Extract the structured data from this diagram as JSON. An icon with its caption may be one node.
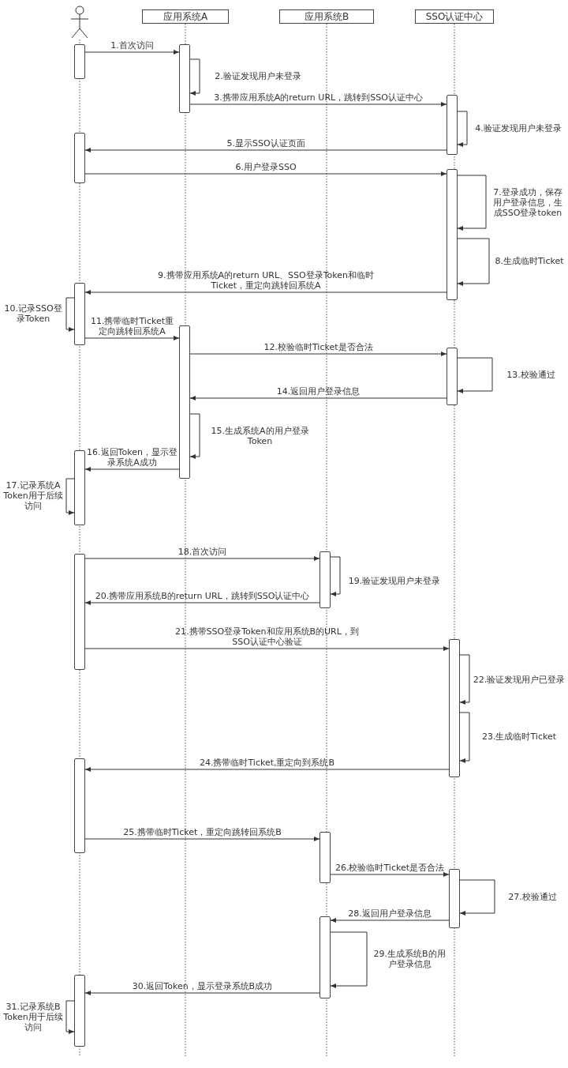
{
  "diagram": {
    "nodes": [
      {
        "text": [],
        "shape": "person"
      },
      {
        "text": [
          "应用系统A"
        ]
      },
      {
        "text": [
          "应用系统B"
        ]
      },
      {
        "text": [
          "SSO认证中心"
        ]
      },
      {
        "text": [],
        "shape": "bar"
      },
      {
        "text": [],
        "shape": "bar"
      },
      {
        "text": [],
        "shape": "bar"
      },
      {
        "text": [],
        "shape": "bar"
      },
      {
        "text": [],
        "shape": "bar"
      },
      {
        "text": [],
        "shape": "bar"
      },
      {
        "text": [],
        "shape": "bar"
      },
      {
        "text": [],
        "shape": "bar"
      },
      {
        "text": [],
        "shape": "bar"
      },
      {
        "text": [],
        "shape": "bar"
      },
      {
        "text": [],
        "shape": "bar"
      },
      {
        "text": [],
        "shape": "bar"
      },
      {
        "text": [],
        "shape": "bar"
      },
      {
        "text": [],
        "shape": "bar"
      },
      {
        "text": [],
        "shape": "bar"
      },
      {
        "text": [],
        "shape": "bar"
      },
      {
        "text": [],
        "shape": "bar"
      }
    ],
    "edges": [
      {
        "from": 4,
        "to": 5,
        "arrow": "to",
        "label": "1.首次访问"
      },
      {
        "from": 5,
        "to": 5,
        "arrow": "to",
        "label": "2.验证发现用户未登录"
      },
      {
        "from": 5,
        "to": 6,
        "arrow": "to",
        "label": "3.携带应用系统A的return URL，跳转到SSO认证中心"
      },
      {
        "from": 6,
        "to": 6,
        "arrow": "to",
        "label": "4.验证发现用户未登录"
      },
      {
        "from": 6,
        "to": 7,
        "arrow": "to",
        "label": "5.显示SSO认证页面"
      },
      {
        "from": 7,
        "to": 8,
        "arrow": "to",
        "label": "6.用户登录SSO"
      },
      {
        "from": 8,
        "to": 8,
        "arrow": "to",
        "label": "7.登录成功，保存用户登录信息，生成SSO登录token"
      },
      {
        "from": 8,
        "to": 8,
        "arrow": "to",
        "label": "8.生成临时Ticket"
      },
      {
        "from": 8,
        "to": 9,
        "arrow": "to",
        "label": "9.携带应用系统A的return URL、SSO登录Token和临时Ticket，重定向跳转回系统A"
      },
      {
        "from": 9,
        "to": 9,
        "arrow": "to",
        "label": "10.记录SSO登录Token"
      },
      {
        "from": 9,
        "to": 10,
        "arrow": "to",
        "label": "11.携带临时Ticket重定向跳转回系统A"
      },
      {
        "from": 10,
        "to": 11,
        "arrow": "to",
        "label": "12.校验临时Ticket是否合法"
      },
      {
        "from": 11,
        "to": 11,
        "arrow": "to",
        "label": "13.校验通过"
      },
      {
        "from": 11,
        "to": 10,
        "arrow": "to",
        "label": "14.返回用户登录信息"
      },
      {
        "from": 10,
        "to": 10,
        "arrow": "to",
        "label": "15.生成系统A的用户登录Token"
      },
      {
        "from": 10,
        "to": 12,
        "arrow": "to",
        "label": "16.返回Token，显示登录系统A成功"
      },
      {
        "from": 12,
        "to": 12,
        "arrow": "to",
        "label": "17.记录系统A Token用于后续访问"
      },
      {
        "from": 14,
        "to": 13,
        "arrow": "to",
        "label": "18.首次访问"
      },
      {
        "from": 13,
        "to": 13,
        "arrow": "to",
        "label": "19.验证发现用户未登录"
      },
      {
        "from": 13,
        "to": 14,
        "arrow": "to",
        "label": "20.携带应用系统B的return URL，跳转到SSO认证中心"
      },
      {
        "from": 14,
        "to": 15,
        "arrow": "to",
        "label": "21.携带SSO登录Token和应用系统B的URL，到SSO认证中心验证"
      },
      {
        "from": 15,
        "to": 15,
        "arrow": "to",
        "label": "22.验证发现用户已登录"
      },
      {
        "from": 15,
        "to": 15,
        "arrow": "to",
        "label": "23.生成临时Ticket"
      },
      {
        "from": 15,
        "to": 16,
        "arrow": "to",
        "label": "24.携带临时Ticket,重定向到系统B"
      },
      {
        "from": 16,
        "to": 17,
        "arrow": "to",
        "label": "25.携带临时Ticket，重定向跳转回系统B"
      },
      {
        "from": 17,
        "to": 18,
        "arrow": "to",
        "label": "26.校验临时Ticket是否合法"
      },
      {
        "from": 18,
        "to": 18,
        "arrow": "to",
        "label": "27.校验通过"
      },
      {
        "from": 18,
        "to": 19,
        "arrow": "to",
        "label": "28.返回用户登录信息"
      },
      {
        "from": 19,
        "to": 19,
        "arrow": "to",
        "label": "29.生成系统B的用户登录信息"
      },
      {
        "from": 19,
        "to": 20,
        "arrow": "to",
        "label": "30.返回Token，显示登录系统B成功"
      },
      {
        "from": 20,
        "to": 20,
        "arrow": "to",
        "label": "31.记录系统B Token用于后续访问"
      }
    ]
  }
}
